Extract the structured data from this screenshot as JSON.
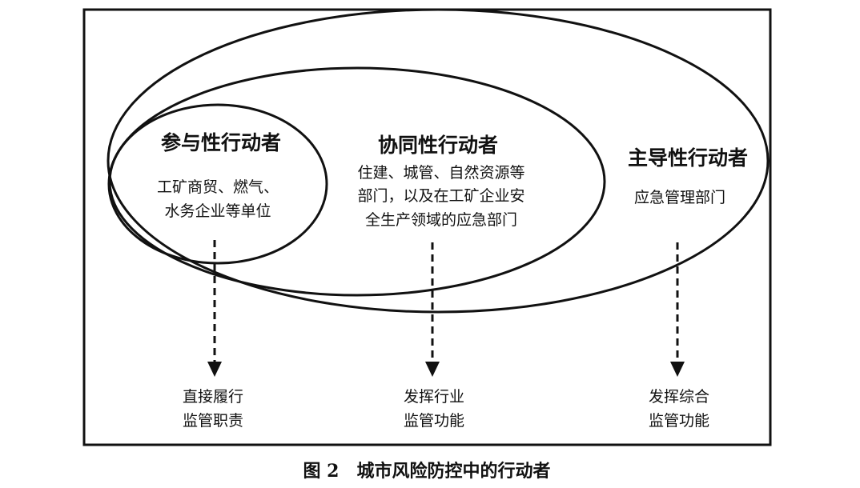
{
  "figure": {
    "caption": "图 2　城市风险防控中的行动者"
  },
  "actors": {
    "participatory": {
      "title": "参与性行动者",
      "desc": [
        "工矿商贸、燃气、",
        "水务企业等单位"
      ],
      "role": [
        "直接履行",
        "监管职责"
      ]
    },
    "collaborative": {
      "title": "协同性行动者",
      "desc": [
        "住建、城管、自然资源等",
        "部门，以及在工矿企业安",
        "全生产领域的应急部门"
      ],
      "role": [
        "发挥行业",
        "监管功能"
      ]
    },
    "leading": {
      "title": "主导性行动者",
      "desc": [
        "应急管理部门"
      ],
      "role": [
        "发挥综合",
        "监管功能"
      ]
    }
  },
  "colors": {
    "stroke": "#111111",
    "background": "#ffffff"
  },
  "icons": {
    "arrow": "dashed-down-arrow-icon"
  }
}
